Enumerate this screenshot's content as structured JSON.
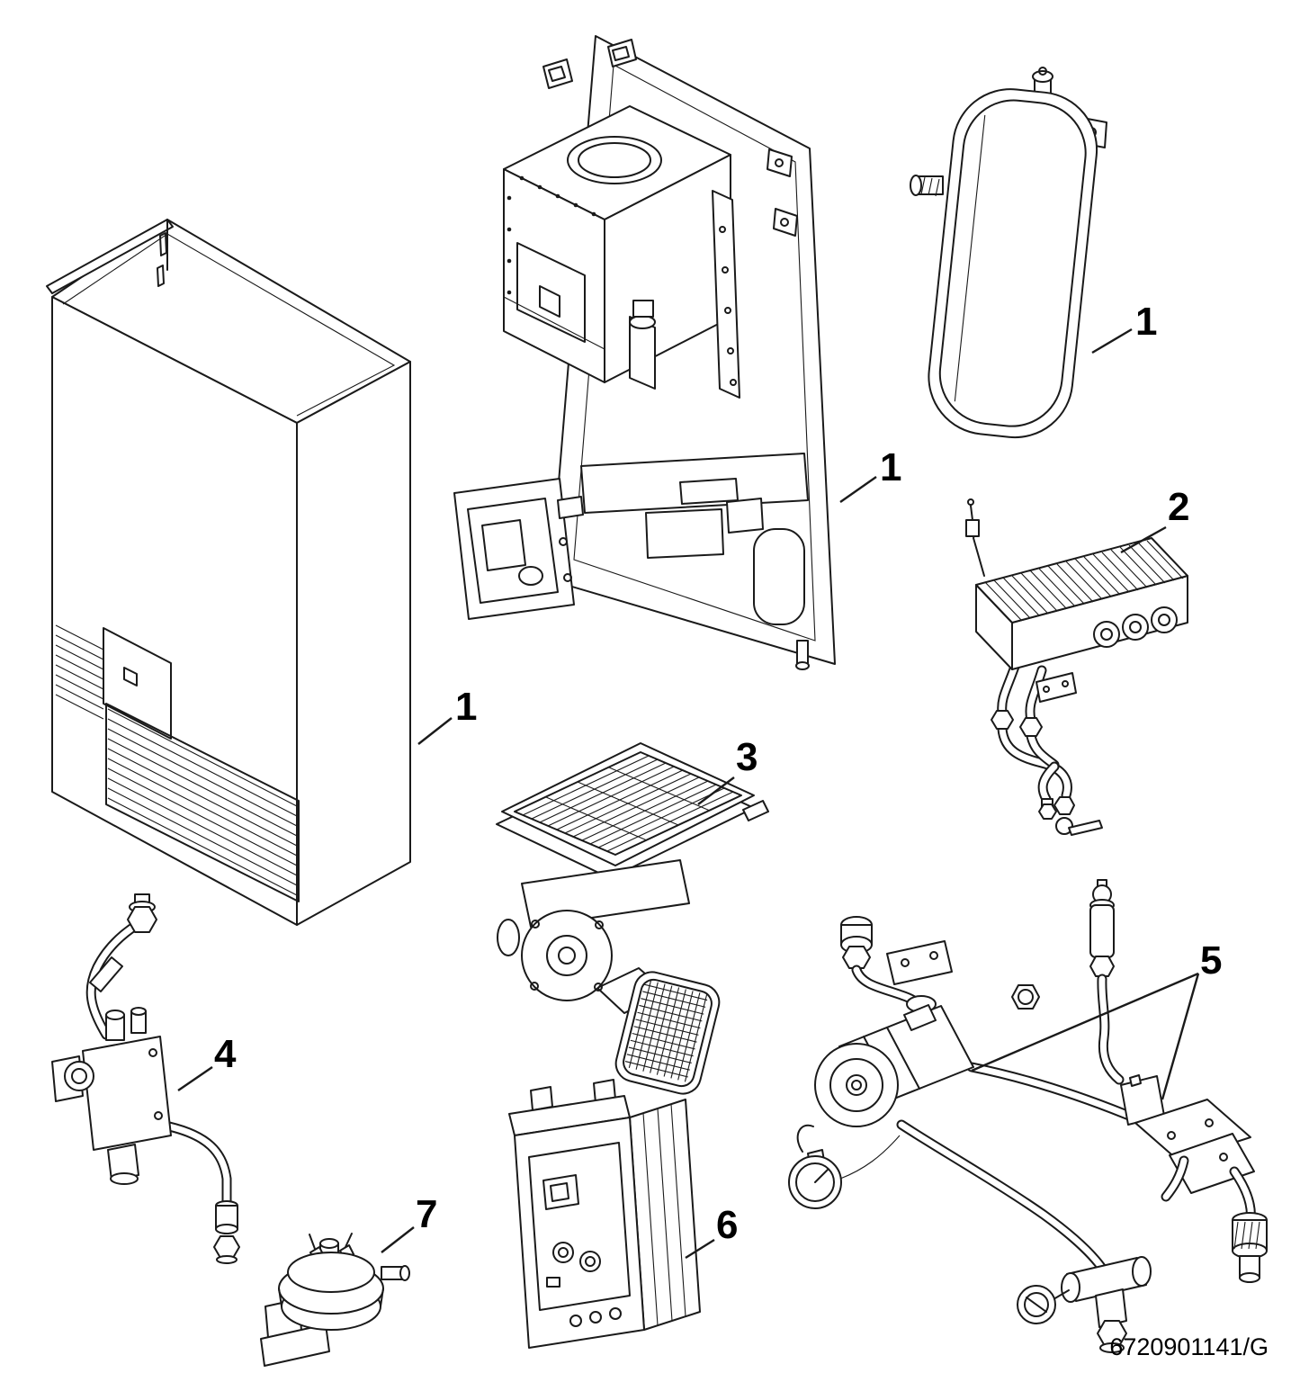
{
  "diagram": {
    "doc_number": "6720901141/G",
    "colors": {
      "line": "#1a1a1a",
      "background": "#ffffff",
      "label_text": "#000000"
    },
    "labels": [
      {
        "part": "outer-casing",
        "text": "1"
      },
      {
        "part": "inner-frame-assembly",
        "text": "1"
      },
      {
        "part": "expansion-vessel",
        "text": "1"
      },
      {
        "part": "heat-exchanger",
        "text": "2"
      },
      {
        "part": "burner-fan-assembly",
        "text": "3"
      },
      {
        "part": "gas-valve",
        "text": "4"
      },
      {
        "part": "pump-hydraulic-group",
        "text": "5"
      },
      {
        "part": "control-unit",
        "text": "6"
      },
      {
        "part": "air-pressure-switch",
        "text": "7"
      }
    ]
  }
}
